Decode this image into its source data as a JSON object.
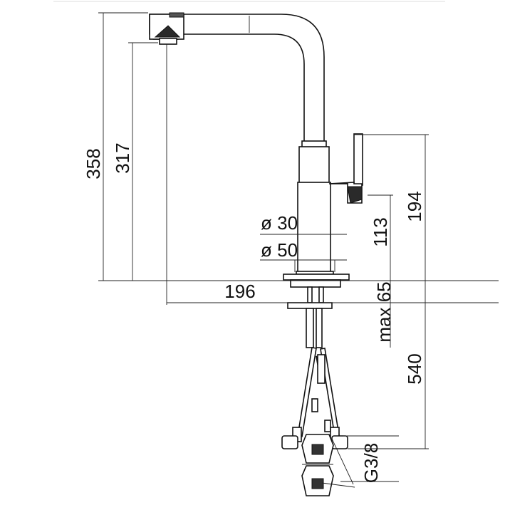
{
  "dimensions": {
    "total_height": "358",
    "spout_height": "317",
    "handle_height": "194",
    "body_height": "113",
    "reach": "196",
    "deck_thickness": "max 65",
    "hose_length": "540",
    "diameter_upper": "ø 30",
    "diameter_lower": "ø 50",
    "connection_thread": "G3/8"
  }
}
